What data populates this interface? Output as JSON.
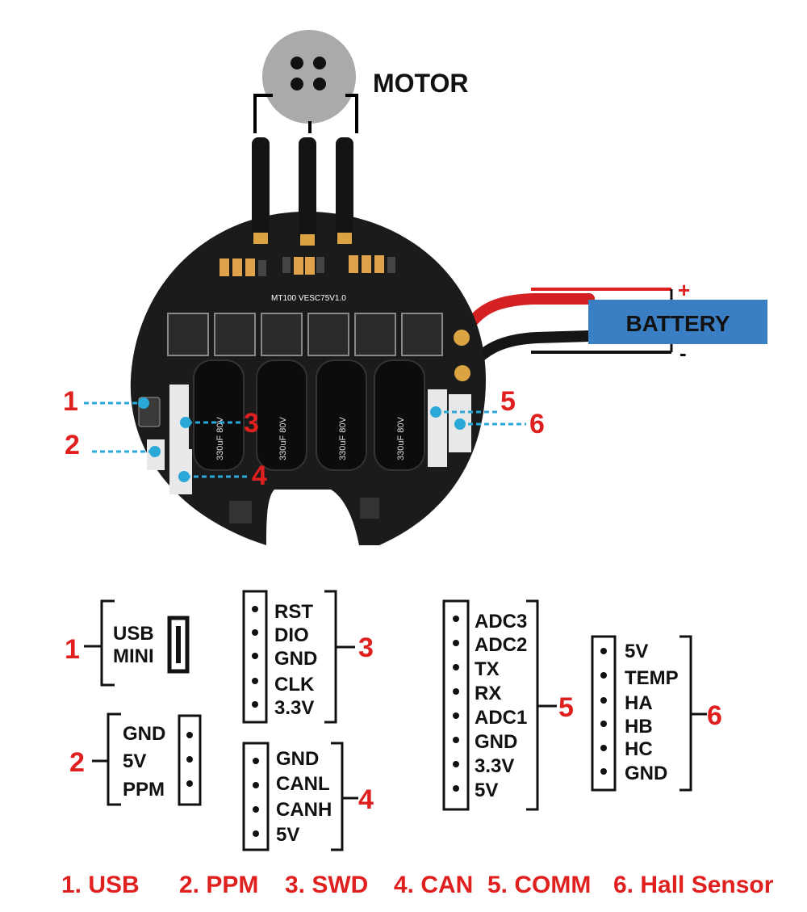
{
  "colors": {
    "accent_red": "#e01f1f",
    "callout_blue": "#2aa9d8",
    "battery_box": "#3a7fc4",
    "board": "#1b1b1b"
  },
  "board": {
    "silkscreen": "MT100 VESC75V1.0",
    "capacitor_marking": "330uF 80V"
  },
  "motor": {
    "label": "MOTOR"
  },
  "battery": {
    "label": "BATTERY",
    "plus": "+",
    "minus": "-"
  },
  "callouts": [
    "1",
    "2",
    "3",
    "4",
    "5",
    "6"
  ],
  "connectors": {
    "c1": {
      "number": "1",
      "label_line1": "USB",
      "label_line2": "MINI"
    },
    "c2": {
      "number": "2",
      "pins": [
        "GND",
        "5V",
        "PPM"
      ]
    },
    "c3": {
      "number": "3",
      "pins": [
        "RST",
        "DIO",
        "GND",
        "CLK",
        "3.3V"
      ]
    },
    "c4": {
      "number": "4",
      "pins": [
        "GND",
        "CANL",
        "CANH",
        "5V"
      ]
    },
    "c5": {
      "number": "5",
      "pins": [
        "ADC3",
        "ADC2",
        "TX",
        "RX",
        "ADC1",
        "GND",
        "3.3V",
        "5V"
      ]
    },
    "c6": {
      "number": "6",
      "pins": [
        "5V",
        "TEMP",
        "HA",
        "HB",
        "HC",
        "GND"
      ]
    }
  },
  "legend": [
    "1. USB",
    "2. PPM",
    "3. SWD",
    "4. CAN",
    "5. COMM",
    "6. Hall Sensor"
  ]
}
